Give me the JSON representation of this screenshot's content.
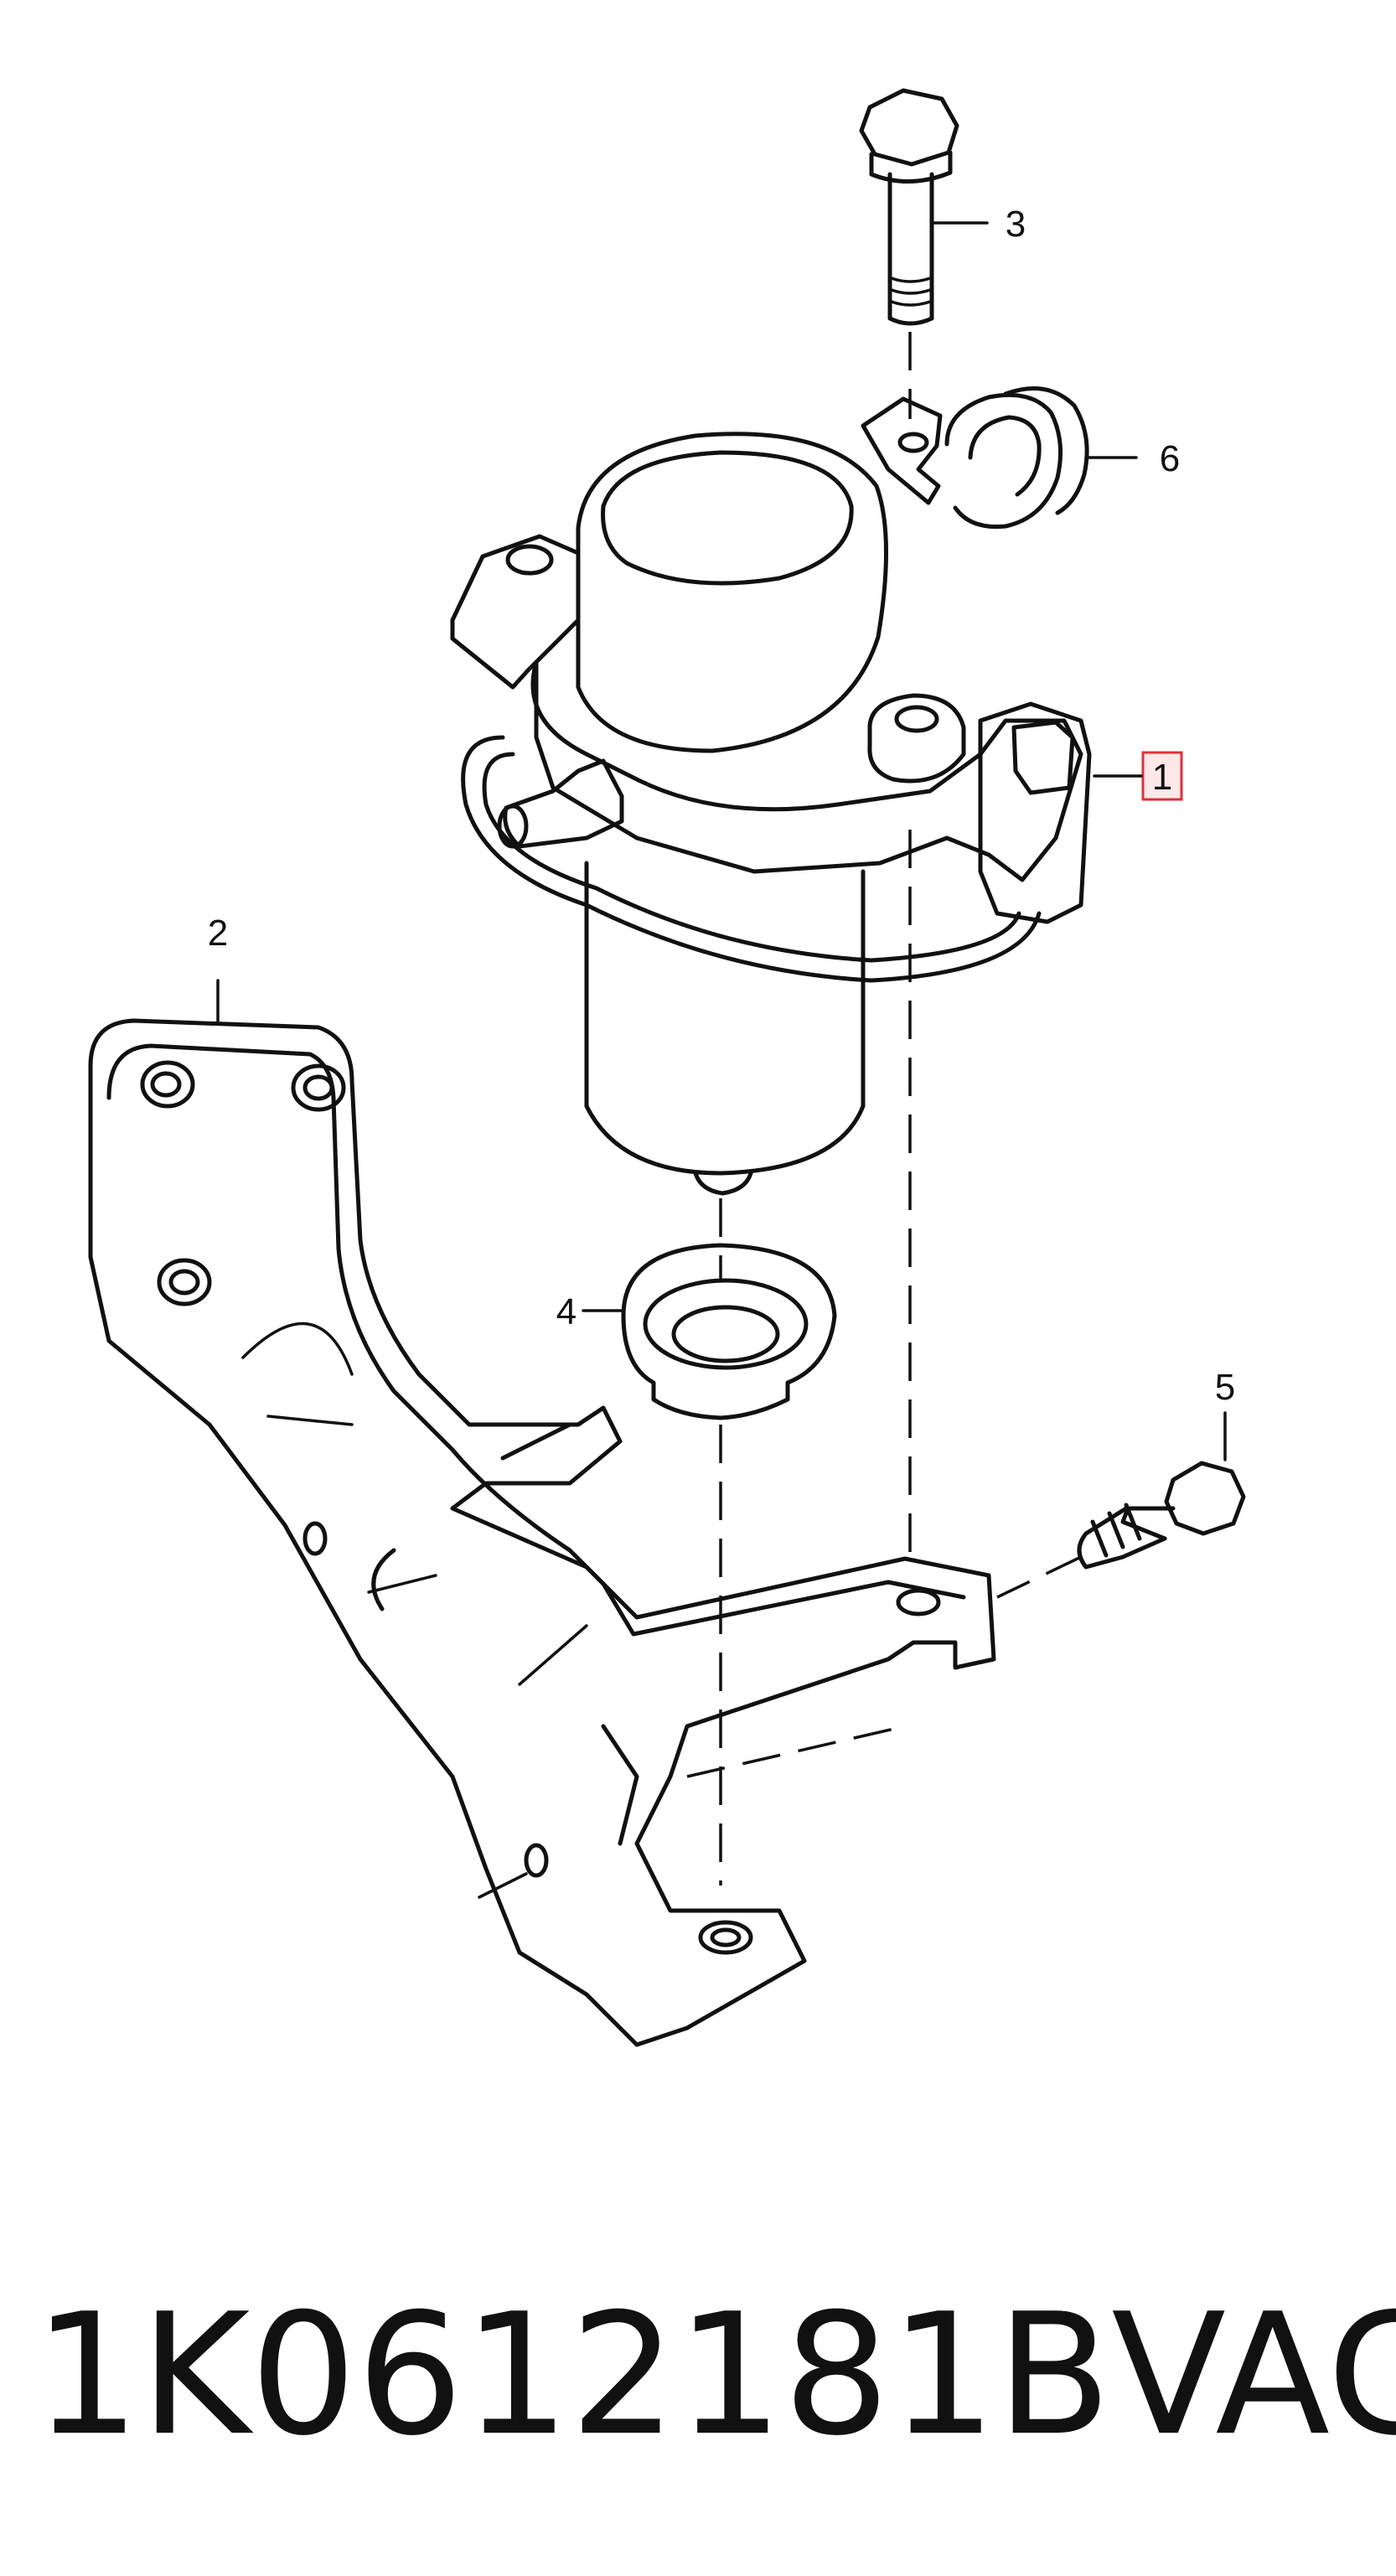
{
  "callouts": [
    {
      "id": "1",
      "label": "1",
      "highlighted": true
    },
    {
      "id": "2",
      "label": "2",
      "highlighted": false
    },
    {
      "id": "3",
      "label": "3",
      "highlighted": false
    },
    {
      "id": "4",
      "label": "4",
      "highlighted": false
    },
    {
      "id": "5",
      "label": "5",
      "highlighted": false
    },
    {
      "id": "6",
      "label": "6",
      "highlighted": false
    }
  ],
  "caption": {
    "part_number": "1K0612181B",
    "brand": "VAG"
  },
  "colors": {
    "ink": "#111111",
    "highlight_border": "#e0303a",
    "highlight_fill": "#fde8e8",
    "background": "#ffffff"
  }
}
